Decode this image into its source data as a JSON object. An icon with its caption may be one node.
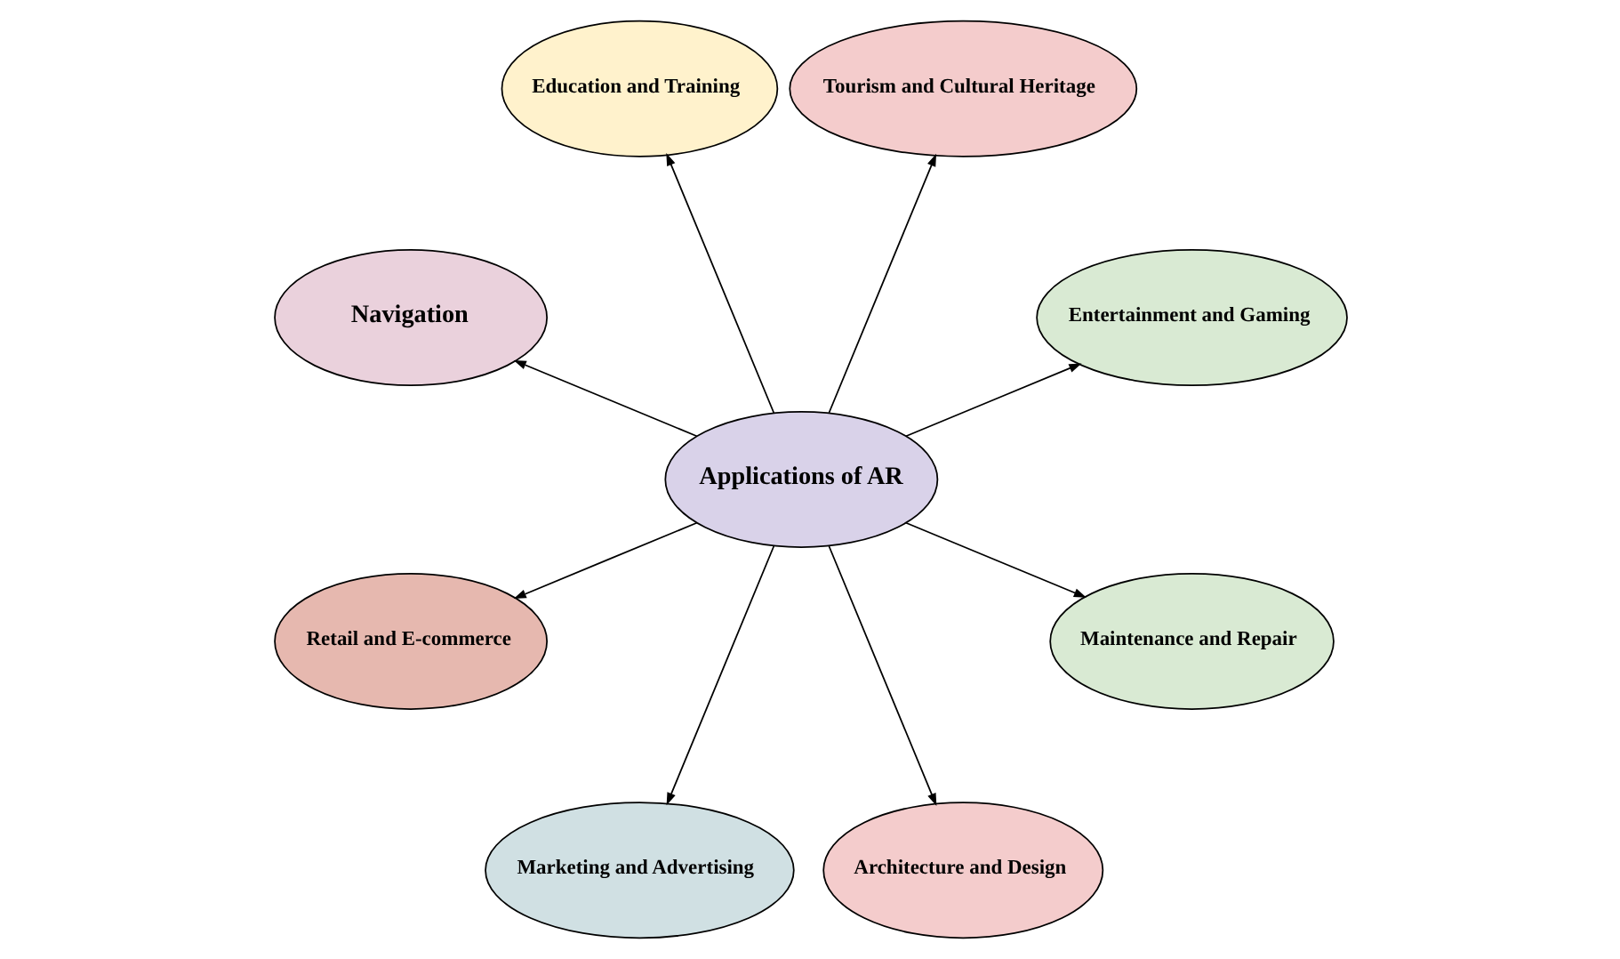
{
  "diagram": {
    "nodes": [
      {
        "text": [
          "Applications of AR"
        ]
      },
      {
        "text": [
          "Entertainment and Gaming"
        ]
      },
      {
        "text": [
          "Tourism and Cultural Heritage"
        ]
      },
      {
        "text": [
          "Education and Training"
        ]
      },
      {
        "text": [
          "Navigation"
        ]
      },
      {
        "text": [
          "Retail and E-commerce"
        ]
      },
      {
        "text": [
          "Marketing and Advertising"
        ]
      },
      {
        "text": [
          "Architecture and Design"
        ]
      },
      {
        "text": [
          "Maintenance and Repair"
        ]
      }
    ],
    "edges": [
      {
        "from": 0,
        "to": 1,
        "arrow": "to"
      },
      {
        "from": 0,
        "to": 2,
        "arrow": "to"
      },
      {
        "from": 0,
        "to": 3,
        "arrow": "to"
      },
      {
        "from": 0,
        "to": 4,
        "arrow": "to"
      },
      {
        "from": 0,
        "to": 5,
        "arrow": "to"
      },
      {
        "from": 0,
        "to": 6,
        "arrow": "to"
      },
      {
        "from": 0,
        "to": 7,
        "arrow": "to"
      },
      {
        "from": 0,
        "to": 8,
        "arrow": "to"
      }
    ]
  }
}
